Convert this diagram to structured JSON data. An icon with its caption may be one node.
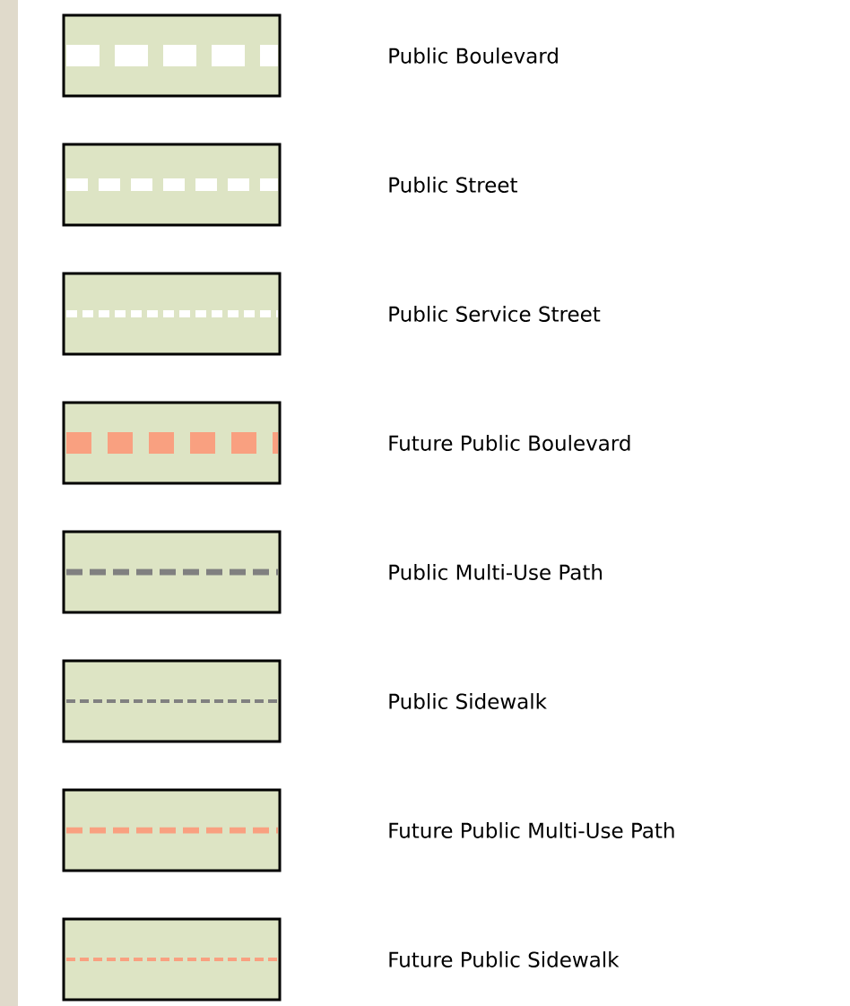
{
  "diagram": {
    "legend": [
      {
        "text": "Public Boulevard"
      },
      {
        "text": "Public Street"
      },
      {
        "text": "Public Service Street"
      },
      {
        "text": "Future Public Boulevard"
      },
      {
        "text": "Public Multi-Use Path"
      },
      {
        "text": "Public Sidewalk"
      },
      {
        "text": "Future Public Multi-Use Path"
      },
      {
        "text": "Future Public Sidewalk"
      }
    ]
  }
}
